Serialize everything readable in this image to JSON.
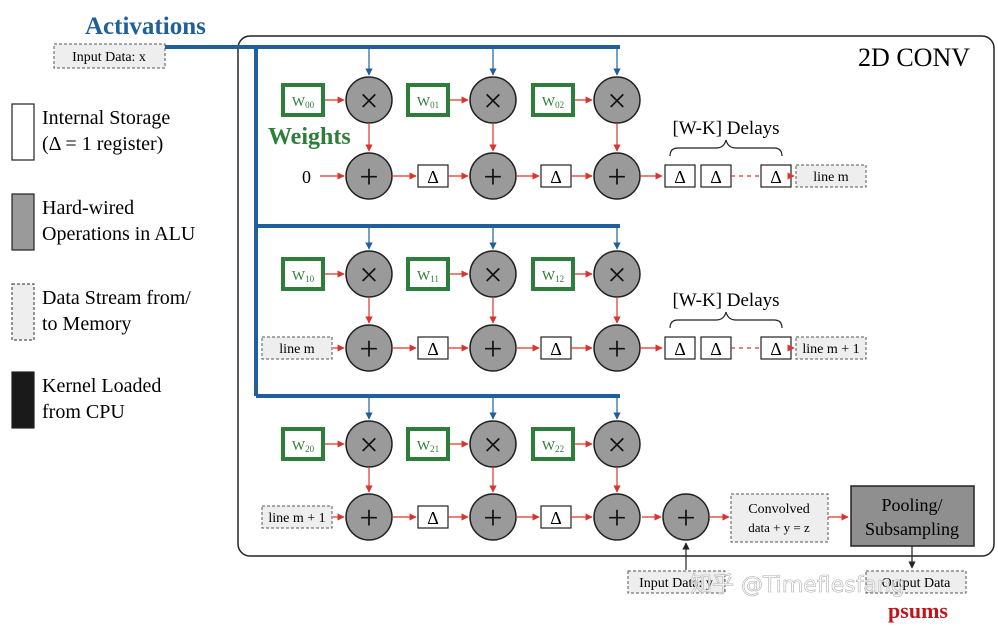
{
  "header": {
    "activations": "Activations",
    "input_data_x": "Input Data: x",
    "title": "2D CONV"
  },
  "legend": [
    {
      "line1": "Internal Storage",
      "line2": "(Δ = 1 register)"
    },
    {
      "line1": "Hard-wired",
      "line2": "Operations in ALU"
    },
    {
      "line1": "Data Stream from/",
      "line2": "to Memory"
    },
    {
      "line1": "Kernel Loaded",
      "line2": "from CPU"
    }
  ],
  "weights_label": "Weights",
  "zero_label": "0",
  "ops": {
    "multiply": "×",
    "add": "+",
    "delay": "Δ"
  },
  "rows": [
    {
      "weights": [
        {
          "base": "W",
          "sub": "00"
        },
        {
          "base": "W",
          "sub": "01"
        },
        {
          "base": "W",
          "sub": "02"
        }
      ],
      "input": "0",
      "delays_label": "[W-K] Delays",
      "output": "line m"
    },
    {
      "weights": [
        {
          "base": "W",
          "sub": "10"
        },
        {
          "base": "W",
          "sub": "11"
        },
        {
          "base": "W",
          "sub": "12"
        }
      ],
      "input": "line m",
      "delays_label": "[W-K] Delays",
      "output": "line m + 1"
    },
    {
      "weights": [
        {
          "base": "W",
          "sub": "20"
        },
        {
          "base": "W",
          "sub": "21"
        },
        {
          "base": "W",
          "sub": "22"
        }
      ],
      "input": "line m + 1"
    }
  ],
  "convolved": {
    "line1": "Convolved",
    "line2": "data + y = z"
  },
  "pooling": {
    "line1": "Pooling/",
    "line2": "Subsampling"
  },
  "input_data_bottom": "Input Data: y",
  "output_data": "Output Data",
  "psums": "psums",
  "watermark": "知乎 @Timeflesfang",
  "colors": {
    "activation_blue": "#1f5f9c",
    "weight_green": "#2e7d3a",
    "signal_red": "#d9352e",
    "psums_red": "#c0161b",
    "alu_gray": "#9a9a9a",
    "pool_gray": "#8f8f8f"
  }
}
